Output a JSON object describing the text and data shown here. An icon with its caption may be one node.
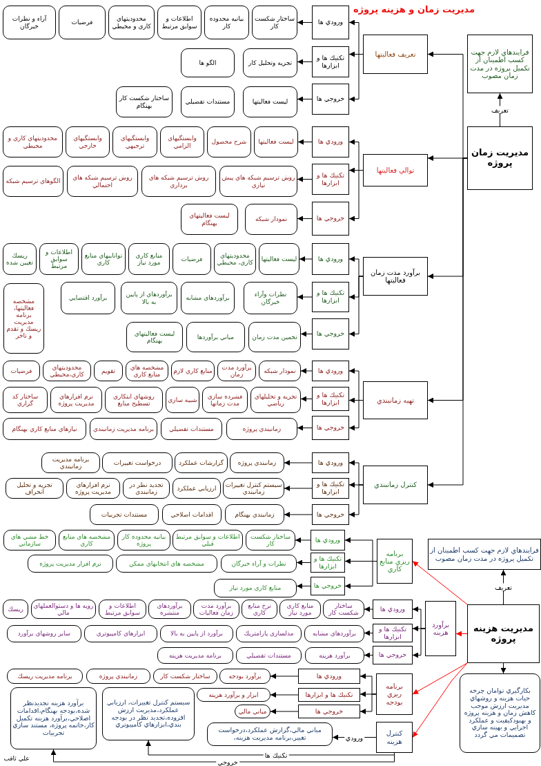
{
  "diagram": {
    "title": "مديريت زمان و هزينه پروژه",
    "nodes": [
      {
        "text": [
          "مديريت زمان پروژه"
        ]
      },
      {
        "text": [
          "فرايندهاي لازم جهت كسب اطمينان از تكميل پروژه در مدت زمان مصوب"
        ]
      },
      {
        "text": [
          "تعريف فعاليتها"
        ]
      },
      {
        "text": [
          "ورودي ها"
        ]
      },
      {
        "text": [
          "ساختار شكست كار"
        ]
      },
      {
        "text": [
          "بيانيه محدوده كار"
        ]
      },
      {
        "text": [
          "اطلاعات و سوابق مرتبط"
        ]
      },
      {
        "text": [
          "محدوديتهاي كاري و محيطي"
        ]
      },
      {
        "text": [
          "فرضيات"
        ]
      },
      {
        "text": [
          "آراء و نظرات خبرگان"
        ]
      },
      {
        "text": [
          "تكنيك ها و ابزارها"
        ]
      },
      {
        "text": [
          "تجزيه وتحليل كار"
        ]
      },
      {
        "text": [
          "الگو ها"
        ]
      },
      {
        "text": [
          "خروجي ها"
        ]
      },
      {
        "text": [
          "ليست فعاليتها"
        ]
      },
      {
        "text": [
          "مستندات تفضيلي"
        ]
      },
      {
        "text": [
          "ساختار شكست كار بهنگام"
        ]
      },
      {
        "text": [
          "توالي فعاليتها"
        ]
      },
      {
        "text": [
          "ورودي ها"
        ]
      },
      {
        "text": [
          "ليست فعاليتها"
        ]
      },
      {
        "text": [
          "شرح محصول"
        ]
      },
      {
        "text": [
          "وابستگيهاي الزامي"
        ]
      },
      {
        "text": [
          "وابستگيهاي ترجيهي"
        ]
      },
      {
        "text": [
          "وابستگيهاي خارجي"
        ]
      },
      {
        "text": [
          "محدوديتهاي كاري و محيطي"
        ]
      },
      {
        "text": [
          "تكنيك ها و ابزارها"
        ]
      },
      {
        "text": [
          "روش ترسيم شبكه هاي پيش نيازي"
        ]
      },
      {
        "text": [
          "روش ترسيم شبكه هاي برداري"
        ]
      },
      {
        "text": [
          "روش ترسيم شبكه هاي احتمالي"
        ]
      },
      {
        "text": [
          "الگوهاي ترسيم شبكه"
        ]
      },
      {
        "text": [
          "خروجي ها"
        ]
      },
      {
        "text": [
          "نمودار شبكه"
        ]
      },
      {
        "text": [
          "ليست فعاليتهاي بهنگام"
        ]
      },
      {
        "text": [
          "برآورد مدت زمان فعاليتها"
        ]
      },
      {
        "text": [
          "ورودي ها"
        ]
      },
      {
        "text": [
          "ليست فعاليتها"
        ]
      },
      {
        "text": [
          "محدوديتهاي كاري، محيطي"
        ]
      },
      {
        "text": [
          "فرضيات"
        ]
      },
      {
        "text": [
          "منابع كاري مورد نياز"
        ]
      },
      {
        "text": [
          "توانايبهاي منابع كاري"
        ]
      },
      {
        "text": [
          "اطلاعات و سوابق مرتبط"
        ]
      },
      {
        "text": [
          "ريسك تعيين شده"
        ]
      },
      {
        "text": [
          "تكنيك ها و ابزارها"
        ]
      },
      {
        "text": [
          "نظرات وآراء خبرگان"
        ]
      },
      {
        "text": [
          "برآوردهاي مشابه"
        ]
      },
      {
        "text": [
          "برآوردهاي از پايين به بالا"
        ]
      },
      {
        "text": [
          "برآورد اقتضايي"
        ]
      },
      {
        "text": [
          "مشخصه فعاليتها، برنامه مديريت ريسك و تقدم و تاخر"
        ]
      },
      {
        "text": [
          "خروجي ها"
        ]
      },
      {
        "text": [
          "تخمين مدت زمان"
        ]
      },
      {
        "text": [
          "مباني برآوردها"
        ]
      },
      {
        "text": [
          "ليست فعاليتهاي بهنگام"
        ]
      },
      {
        "text": [
          "تهيه زمانبندي"
        ]
      },
      {
        "text": [
          "ورودي ها"
        ]
      },
      {
        "text": [
          "نمودار شبكه"
        ]
      },
      {
        "text": [
          "برآورد مدت زمان"
        ]
      },
      {
        "text": [
          "منابع كاري لازم"
        ]
      },
      {
        "text": [
          "مشخصه هاي منابع كاري"
        ]
      },
      {
        "text": [
          "تقويم"
        ]
      },
      {
        "text": [
          "محدوديتهاي كاري،محيطي"
        ]
      },
      {
        "text": [
          "فرضيات"
        ]
      },
      {
        "text": [
          "تكنيك ها و ابزارها"
        ]
      },
      {
        "text": [
          "تجزيه و تحليلهاي رياضي"
        ]
      },
      {
        "text": [
          "فشرده سازي مدت زمانها"
        ]
      },
      {
        "text": [
          "شبيه سازي"
        ]
      },
      {
        "text": [
          "روشهاي ابتكاري تسطيح منابع"
        ]
      },
      {
        "text": [
          "نرم افزارهاي مديريت پروژه"
        ]
      },
      {
        "text": [
          "ساختار كد گزاري"
        ]
      },
      {
        "text": [
          "خروجي ها"
        ]
      },
      {
        "text": [
          "زمانبندي پروژه"
        ]
      },
      {
        "text": [
          "مستندات تفضيلي"
        ]
      },
      {
        "text": [
          "برنامه مديريت زمانبندي"
        ]
      },
      {
        "text": [
          "نيازهاي منابع كاري بهنگام"
        ]
      },
      {
        "text": [
          "كنترل زمانبندي"
        ]
      },
      {
        "text": [
          "ورودي ها"
        ]
      },
      {
        "text": [
          "زمانبندي پروژه"
        ]
      },
      {
        "text": [
          "گزارشات عملكرد"
        ]
      },
      {
        "text": [
          "درخواست تغييرات"
        ]
      },
      {
        "text": [
          "برنامه مديريت زمانبندي"
        ]
      },
      {
        "text": [
          "تكنيك ها و ابزارها"
        ]
      },
      {
        "text": [
          "سيستم كنترل تغييرات زمانبندي"
        ]
      },
      {
        "text": [
          "ارزيابي عملكرد"
        ]
      },
      {
        "text": [
          "تجديد نظر در زمانبندي"
        ]
      },
      {
        "text": [
          "نرم افزارهاي مديريت پروژه"
        ]
      },
      {
        "text": [
          "تجزيه و تحليل انحراف"
        ]
      },
      {
        "text": [
          "خروجي ها"
        ]
      },
      {
        "text": [
          "زمانبندي بهنگام"
        ]
      },
      {
        "text": [
          "اقدامات اصلاحي"
        ]
      },
      {
        "text": [
          "مستندات تجربيات"
        ]
      },
      {
        "text": [
          "مديريت هزينه پروژه"
        ]
      },
      {
        "text": [
          "فرايندهاي لازم جهت كسب اطمينان از تكميل پروژه در مدت زمان مصوب"
        ]
      },
      {
        "text": [
          "بكارگيري توامان چرخه حيات هزينه و روشهاي مديريت ارزش موجب كاهش زمان و هزينه پروژه و بهبودكيفيت و عملكرد اجرايي و بهينه سازي تصميمات مي گردد"
        ]
      },
      {
        "text": [
          "برنامه ريزي منابع كاري"
        ]
      },
      {
        "text": [
          "ورودي ها"
        ]
      },
      {
        "text": [
          "ساختار شكست كار"
        ]
      },
      {
        "text": [
          "اطلاعات و سوابق مرتبط قبلي"
        ]
      },
      {
        "text": [
          "بيانيه محدوده كار پروژه"
        ]
      },
      {
        "text": [
          "مشخصه هاي منابع كاري"
        ]
      },
      {
        "text": [
          "خط مشي هاي سازماني"
        ]
      },
      {
        "text": [
          "تكنيك ها و ابزارها"
        ]
      },
      {
        "text": [
          "نظرات و آراء خبرگان"
        ]
      },
      {
        "text": [
          "مشخصه هاي انتخابهاي ممكن"
        ]
      },
      {
        "text": [
          "نرم افزار مديريت پروژه"
        ]
      },
      {
        "text": [
          "خروجي ها"
        ]
      },
      {
        "text": [
          "منابع كاري مورد نياز"
        ]
      },
      {
        "text": [
          "برآورد هزينه"
        ]
      },
      {
        "text": [
          "ورودي ها"
        ]
      },
      {
        "text": [
          "ساختار شكست كار"
        ]
      },
      {
        "text": [
          "منابع كاري مورد نياز"
        ]
      },
      {
        "text": [
          "نرخ منابع كاري"
        ]
      },
      {
        "text": [
          "برآورد مدت زمان فعاليات"
        ]
      },
      {
        "text": [
          "برآوردهاي منتشره"
        ]
      },
      {
        "text": [
          "اطلاعات و سوابق مرتبط"
        ]
      },
      {
        "text": [
          "رويه ها و دستوالعملهاي مالي"
        ]
      },
      {
        "text": [
          "ريسك"
        ]
      },
      {
        "text": [
          "تكنيك ها و ابزارها"
        ]
      },
      {
        "text": [
          "برآوردهاي مشابه"
        ]
      },
      {
        "text": [
          "مدلسازي پارامتريك"
        ]
      },
      {
        "text": [
          "برآورد از پايين به بالا"
        ]
      },
      {
        "text": [
          "ابزارهاي كامپيوتري"
        ]
      },
      {
        "text": [
          "ساير روشهاي برآورد"
        ]
      },
      {
        "text": [
          "خروجي ها"
        ]
      },
      {
        "text": [
          "برآورد هزينه"
        ]
      },
      {
        "text": [
          "مستندات تفضيلي"
        ]
      },
      {
        "text": [
          "برنامه مديريت هزينه"
        ]
      },
      {
        "text": [
          "برنامه ريزي بودجه"
        ]
      },
      {
        "text": [
          "ورودي ها"
        ]
      },
      {
        "text": [
          "برآورد بودجه"
        ]
      },
      {
        "text": [
          "ساختار شكست كار"
        ]
      },
      {
        "text": [
          "زمانبندي پروژه"
        ]
      },
      {
        "text": [
          "برنامه مديريت ريسك"
        ]
      },
      {
        "text": [
          "تكنيك ها و ابزارها"
        ]
      },
      {
        "text": [
          "ابزار و برآورد هزينه"
        ]
      },
      {
        "text": [
          "خروجي ها"
        ]
      },
      {
        "text": [
          "مباني مالي"
        ]
      },
      {
        "text": [
          "كنترل هزينه"
        ]
      },
      {
        "text": [
          "مباني مالي،گزارش عملكرد،درخواست تغيير،برنامه مديريت هزينه،"
        ]
      },
      {
        "text": [
          "سيستم كنترل تغييرات، ارزيابي عملكرد،مديريت ارزش افزوده،تجديد نظر در بودجه بندي،ابزارهاي كامپيوتري"
        ]
      },
      {
        "text": [
          "برآورد هزينه تجديدنظر شده،بودجه بهنگام،اقدامات اصلاحي،برآورد هزينه تكميل كار،خاتمه پروژه، مستند سازي تجربيات"
        ]
      }
    ],
    "edges": [
      {
        "from": 0,
        "to": 1,
        "arrow": "to",
        "label": "تعريف"
      },
      {
        "from": 0,
        "to": 2,
        "arrow": "to"
      },
      {
        "from": 0,
        "to": 17,
        "arrow": "to"
      },
      {
        "from": 0,
        "to": 33,
        "arrow": "to"
      },
      {
        "from": 0,
        "to": 52,
        "arrow": "to"
      },
      {
        "from": 0,
        "to": 73,
        "arrow": "to"
      },
      {
        "from": 2,
        "to": 3,
        "arrow": "to"
      },
      {
        "from": 2,
        "to": 10,
        "arrow": "to"
      },
      {
        "from": 2,
        "to": 13,
        "arrow": "to"
      },
      {
        "from": 3,
        "to": 4,
        "arrow": "to"
      },
      {
        "from": 10,
        "to": 11,
        "arrow": "to"
      },
      {
        "from": 13,
        "to": 14,
        "arrow": "to"
      },
      {
        "from": 17,
        "to": 18,
        "arrow": "to"
      },
      {
        "from": 17,
        "to": 25,
        "arrow": "to"
      },
      {
        "from": 17,
        "to": 30,
        "arrow": "to"
      },
      {
        "from": 18,
        "to": 19,
        "arrow": "to"
      },
      {
        "from": 25,
        "to": 26,
        "arrow": "to"
      },
      {
        "from": 30,
        "to": 31,
        "arrow": "to"
      },
      {
        "from": 33,
        "to": 34,
        "arrow": "to"
      },
      {
        "from": 33,
        "to": 42,
        "arrow": "to"
      },
      {
        "from": 33,
        "to": 48,
        "arrow": "to"
      },
      {
        "from": 34,
        "to": 35,
        "arrow": "to"
      },
      {
        "from": 42,
        "to": 43,
        "arrow": "to"
      },
      {
        "from": 48,
        "to": 49,
        "arrow": "to"
      },
      {
        "from": 52,
        "to": 53,
        "arrow": "to"
      },
      {
        "from": 52,
        "to": 61,
        "arrow": "to"
      },
      {
        "from": 52,
        "to": 68,
        "arrow": "to"
      },
      {
        "from": 53,
        "to": 54,
        "arrow": "to"
      },
      {
        "from": 61,
        "to": 62,
        "arrow": "to"
      },
      {
        "from": 68,
        "to": 69,
        "arrow": "to"
      },
      {
        "from": 73,
        "to": 74,
        "arrow": "to"
      },
      {
        "from": 73,
        "to": 79,
        "arrow": "to"
      },
      {
        "from": 73,
        "to": 85,
        "arrow": "to"
      },
      {
        "from": 74,
        "to": 75,
        "arrow": "to"
      },
      {
        "from": 79,
        "to": 80,
        "arrow": "to"
      },
      {
        "from": 85,
        "to": 86,
        "arrow": "to"
      },
      {
        "from": 89,
        "to": 90,
        "arrow": "to",
        "label": "تعريف"
      },
      {
        "from": 89,
        "to": 91,
        "arrow": "to"
      },
      {
        "from": 89,
        "to": 92,
        "arrow": "to",
        "color": "#ff0000"
      },
      {
        "from": 89,
        "to": 105,
        "arrow": "to",
        "color": "#ff0000"
      },
      {
        "from": 89,
        "to": 125,
        "arrow": "to",
        "color": "#ff0000"
      },
      {
        "from": 89,
        "to": 135,
        "arrow": "to",
        "color": "#ff0000"
      },
      {
        "from": 92,
        "to": 93,
        "arrow": "to"
      },
      {
        "from": 92,
        "to": 99,
        "arrow": "to"
      },
      {
        "from": 92,
        "to": 103,
        "arrow": "to"
      },
      {
        "from": 93,
        "to": 94,
        "arrow": "to"
      },
      {
        "from": 99,
        "to": 100,
        "arrow": "to"
      },
      {
        "from": 103,
        "to": 104,
        "arrow": "to"
      },
      {
        "from": 105,
        "to": 106,
        "arrow": "to"
      },
      {
        "from": 105,
        "to": 115,
        "arrow": "to"
      },
      {
        "from": 105,
        "to": 121,
        "arrow": "to"
      },
      {
        "from": 106,
        "to": 107,
        "arrow": "to"
      },
      {
        "from": 115,
        "to": 116,
        "arrow": "to"
      },
      {
        "from": 121,
        "to": 122,
        "arrow": "to"
      },
      {
        "from": 125,
        "to": 126,
        "arrow": "to"
      },
      {
        "from": 125,
        "to": 131,
        "arrow": "to"
      },
      {
        "from": 125,
        "to": 133,
        "arrow": "to"
      },
      {
        "from": 126,
        "to": 127,
        "arrow": "to"
      },
      {
        "from": 131,
        "to": 132,
        "arrow": "to"
      },
      {
        "from": 133,
        "to": 134,
        "arrow": "to"
      },
      {
        "from": 135,
        "to": 136,
        "arrow": "to",
        "label": "ورودي"
      },
      {
        "from": 135,
        "to": 137,
        "arrow": "to",
        "label": "تكنيك ها"
      },
      {
        "from": 135,
        "to": 138,
        "arrow": "to",
        "label": "خروجي"
      }
    ],
    "labels": [
      "علي ثاقب"
    ]
  }
}
